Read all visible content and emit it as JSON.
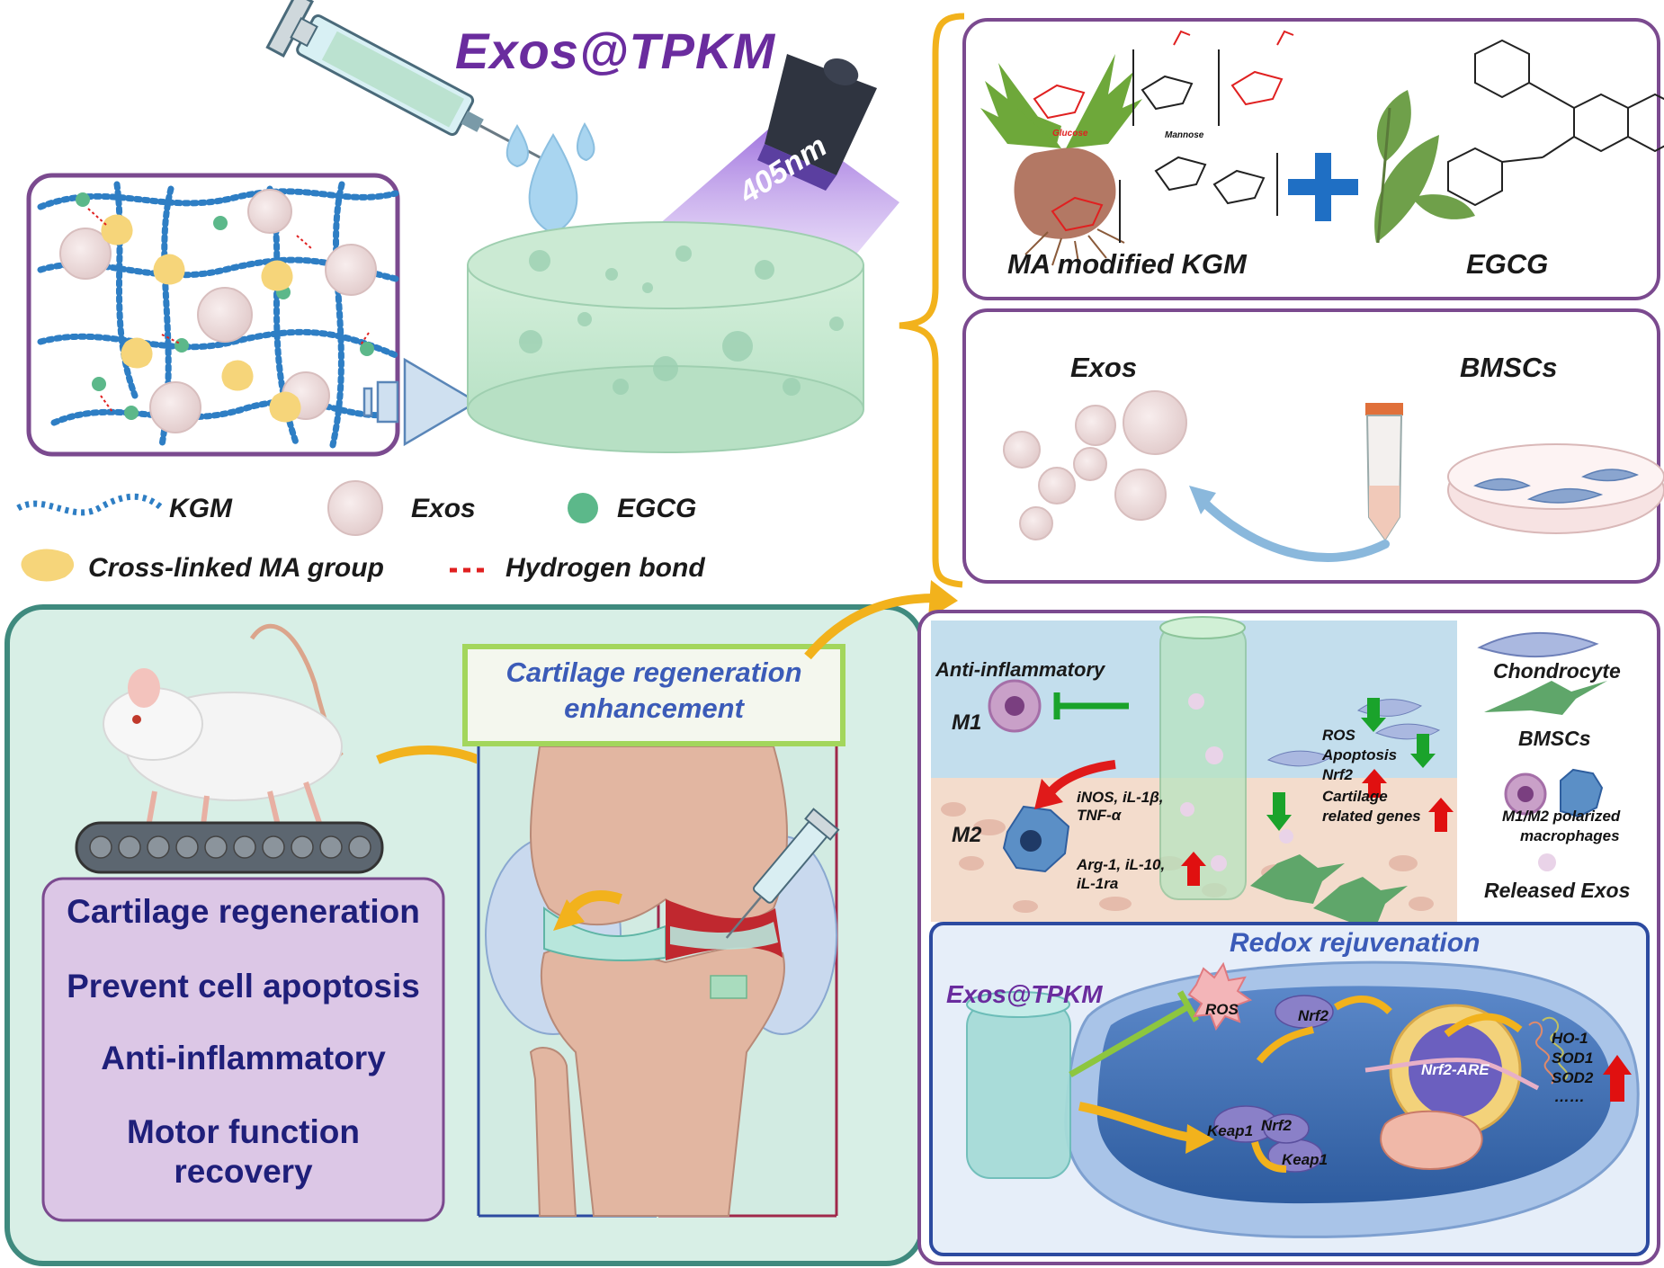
{
  "title": "Exos@TPKM",
  "wavelength": "405nm",
  "legend": {
    "kgm": "KGM",
    "exos": "Exos",
    "egcg": "EGCG",
    "crosslinked": "Cross-linked MA group",
    "hbond": "Hydrogen bond"
  },
  "components": {
    "ma_kgm": "MA modified  KGM",
    "egcg": "EGCG",
    "glucose": "Glucose",
    "mannose": "Mannose",
    "exos": "Exos",
    "bmscs": "BMSCs"
  },
  "knee": {
    "cartilage_line1": "Cartilage  regeneration",
    "cartilage_line2": "enhancement"
  },
  "outcomes": [
    "Cartilage regeneration",
    "Prevent cell apoptosis",
    "Anti-inflammatory",
    "Motor function",
    "recovery"
  ],
  "mechanism": {
    "anti_inflammatory": "Anti-inflammatory",
    "m1": "M1",
    "m2": "M2",
    "m1_markers_line1": "iNOS, iL-1β,",
    "m1_markers_line2": "TNF-α",
    "m2_markers_line1": "Arg-1, iL-10,",
    "m2_markers_line2": "iL-1ra",
    "ros": "ROS",
    "apoptosis": "Apoptosis",
    "nrf2": "Nrf2",
    "cart_genes_line1": "Cartilage",
    "cart_genes_line2": "related genes"
  },
  "cell_legend": {
    "chondrocyte": "Chondrocyte",
    "bmscs": "BMSCs",
    "polarized_line1": "M1/M2 polarized",
    "polarized_line2": "macrophages",
    "released": "Released Exos"
  },
  "redox": {
    "title": "Redox rejuvenation",
    "hydrogel": "Exos@TPKM",
    "ros": "ROS",
    "nrf2": "Nrf2",
    "keap1_nrf2_a": "Keap1",
    "keap1_nrf2_b": "Nrf2",
    "keap1": "Keap1",
    "nrf2_are": "Nrf2-ARE",
    "genes": [
      "HO-1",
      "SOD1",
      "SOD2",
      "……"
    ]
  },
  "colors": {
    "purple_frame": "#7b4a8f",
    "teal_frame": "#3f8a7e",
    "gold": "#f2b21c",
    "green_box": "#a3d65c",
    "navy_text": "#1f1f7a",
    "title_purple": "#6a2c9e",
    "up_arrow": "#e01010",
    "down_arrow": "#1aa32b"
  }
}
